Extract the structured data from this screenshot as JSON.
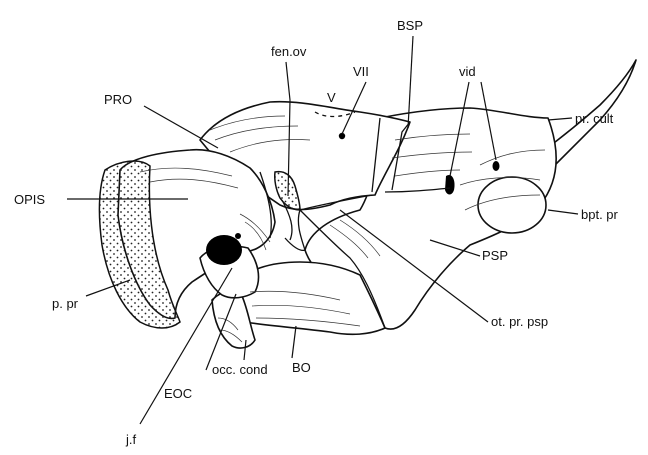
{
  "labels": {
    "bsp": "BSP",
    "fen_ov": "fen.ov",
    "vii": "VII",
    "vid": "vid",
    "pro": "PRO",
    "v": "V",
    "pr_cult": "pr. cult",
    "opis": "OPIS",
    "bpt_pr": "bpt. pr",
    "psp": "PSP",
    "p_pr": "p. pr",
    "ot_pr_psp": "ot. pr. psp",
    "occ_cond": "occ. cond",
    "bo": "BO",
    "eoc": "EOC",
    "j_f": "j.f"
  },
  "colors": {
    "ink": "#111111",
    "background": "#ffffff"
  }
}
